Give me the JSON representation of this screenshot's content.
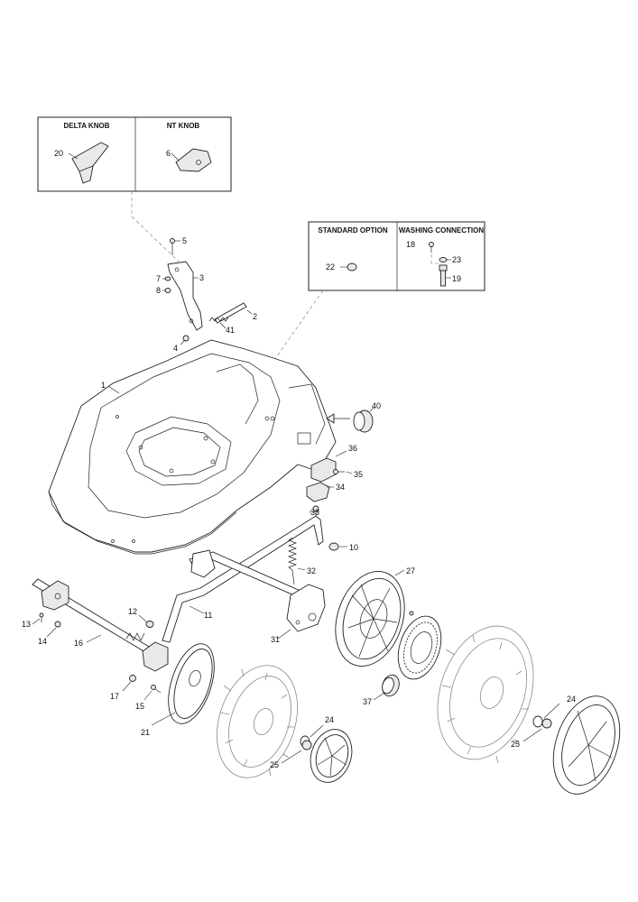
{
  "boxes": {
    "delta_knob": "DELTA KNOB",
    "nt_knob": "NT KNOB",
    "standard_option": "STANDARD OPTION",
    "washing_connection": "WASHING CONNECTION"
  },
  "labels": {
    "p1": "1",
    "p2": "2",
    "p3": "3",
    "p4": "4",
    "p5": "5",
    "p6": "6",
    "p7": "7",
    "p8": "8",
    "p10": "10",
    "p11": "11",
    "p12": "12",
    "p13": "13",
    "p14": "14",
    "p15": "15",
    "p16": "16",
    "p17": "17",
    "p18": "18",
    "p19": "19",
    "p20": "20",
    "p21": "21",
    "p22": "22",
    "p23": "23",
    "p24a": "24",
    "p24b": "24",
    "p25a": "25",
    "p25b": "25",
    "p27": "27",
    "p31": "31",
    "p32": "32",
    "p33": "33",
    "p34": "34",
    "p35": "35",
    "p36": "36",
    "p37": "37",
    "p40": "40",
    "p41": "41"
  }
}
